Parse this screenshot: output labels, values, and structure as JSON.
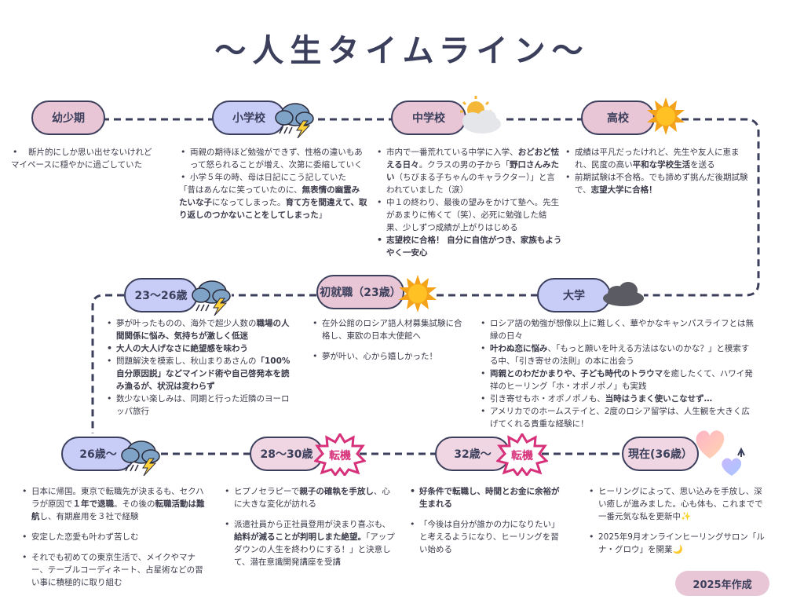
{
  "title": "〜人生タイムライン〜",
  "badge": "2025年作成",
  "nodes": {
    "n1": "幼少期",
    "n2": "小学校",
    "n3": "中学校",
    "n4": "高校",
    "n5": "大学",
    "n6": "初就職（23歳）",
    "n7": "23〜26歳",
    "n8": "26歳〜",
    "n9": "28〜30歳",
    "n10": "32歳〜",
    "n11": "現在(36歳）",
    "tenki1": "転機",
    "tenki2": "転機"
  },
  "texts": {
    "t1": {
      "a": "断片的にしか思い出せないけれど",
      "b": "マイペースに穏やかに過ごしていた"
    },
    "t2": {
      "a1": "両親の期待ほど勉強ができず、性格の違いもあって怒られることが増え、次第に委縮していく",
      "a2": "小学５年の時、母は日記にこう記していた",
      "q1": "「昔はあんなに笑っていたのに、",
      "q2": "無表情の幽霊みたいな子",
      "q3": "になってしまった。",
      "q4": "育て方を間違えて、取り返しのつかないことをしてしまった",
      "q5": "」"
    },
    "t3": {
      "a1": "市内で一番荒れている中学に入学、",
      "a2": "おどおど怯える日々",
      "a3": "。クラスの男の子から「",
      "a4": "野口さんみたい",
      "a5": "（ちびまる子ちゃんのキャラクター）」と言われていました（涙）",
      "b": "中１の終わり、最後の望みをかけて塾へ。先生があまりに怖くて（笑）、必死に勉強した結果、少しずつ成績が上がりはじめる",
      "c": "志望校に合格！ 自分に自信がつき、家族もようやく一安心"
    },
    "t4": {
      "a1": "成績は平凡だったけれど、先生や友人に恵まれ、民度の高い",
      "a2": "平和な学校生活",
      "a3": "を送る",
      "b1": "前期試験は不合格。でも諦めず挑んだ後期試験で、",
      "b2": "志望大学に合格！"
    },
    "t5": {
      "a": "ロシア語の勉強が想像以上に難しく、華やかなキャンパスライフとは無縁の日々",
      "b1": "叶わぬ恋に悩み",
      "b2": "、「もっと願いを叶える方法はないのかな？」と模索する中、「引き寄せの法則」の本に出会う",
      "c1": "両親とのわだかまりや、子ども時代のトラウマ",
      "c2": "を癒したくて、ハワイ発祥のヒーリング「ホ・オポノポノ」も実践",
      "d1": "引き寄せもホ・オポノポノも、",
      "d2": "当時はうまく使いこなせず…",
      "e": "アメリカでのホームステイと、2度のロシア留学は、人生観を大きく広げてくれる貴重な経験に！"
    },
    "t6": {
      "a": "在外公館のロシア語人材募集試験に合格し、東欧の日本大使館へ",
      "b": "夢が叶い、心から嬉しかった！"
    },
    "t7": {
      "a1": "夢が叶ったものの、海外で超少人数の",
      "a2": "職場の人間関係に悩み、気持ちが激しく低迷",
      "b": "大人の大人げなさに絶望感を味わう",
      "c1": "問題解決を模索し、秋山まりあさんの",
      "c2": "「100%自分原因説」などマインド術や自己啓発本を読み漁るが、状況は変わらず",
      "d": "数少ない楽しみは、同期と行った近隣のヨーロッパ旅行"
    },
    "t8": {
      "a1": "日本に帰国。東京で転職先が決まるも、セクハラが原因で",
      "a2": "１年で退職",
      "a3": "。その後の",
      "a4": "転職活動は難航",
      "a5": "し、有期雇用を３社で経験",
      "b": "安定した恋愛も叶わず苦しむ",
      "c": "それでも初めての東京生活で、メイクやマナー、テーブルコーディネート、占星術などの習い事に積極的に取り組む"
    },
    "t9": {
      "a1": "ヒプノセラピーで",
      "a2": "親子の確執を手放し",
      "a3": "、心に大きな変化が訪れる",
      "b1": "派遣社員から正社員登用が決まり喜ぶも、",
      "b2": "給料が減ることが判明しまた絶望。",
      "b3": "「アップダウンの人生を終わりにする！」と決意して、潜在意識開発講座を受講"
    },
    "t10": {
      "a": "好条件で転職し、時間とお金に余裕が生まれる",
      "b": "「今後は自分が誰かの力になりたい」と考えるようになり、ヒーリングを習い始める"
    },
    "t11": {
      "a": "ヒーリングによって、思い込みを手放し、深い癒しが進みました。心も体も、これまでで一番元気な私を更新中✨",
      "b": "2025年9月オンラインヒーリングサロン「ルナ・グロウ」を開業🌙"
    }
  },
  "icons": [
    "storm-cloud-icon",
    "sun-cloud-icon",
    "sun-icon",
    "cloud-icon",
    "sun-icon",
    "storm-cloud-icon",
    "storm-cloud-icon",
    "tenki-burst-icon",
    "tenki-burst-icon",
    "hearts-icon"
  ],
  "colors": {
    "pink": "#e9c6d6",
    "lavender": "#c8cdf8",
    "navy": "#3b3f5c",
    "tenki_red": "#d6317a"
  }
}
